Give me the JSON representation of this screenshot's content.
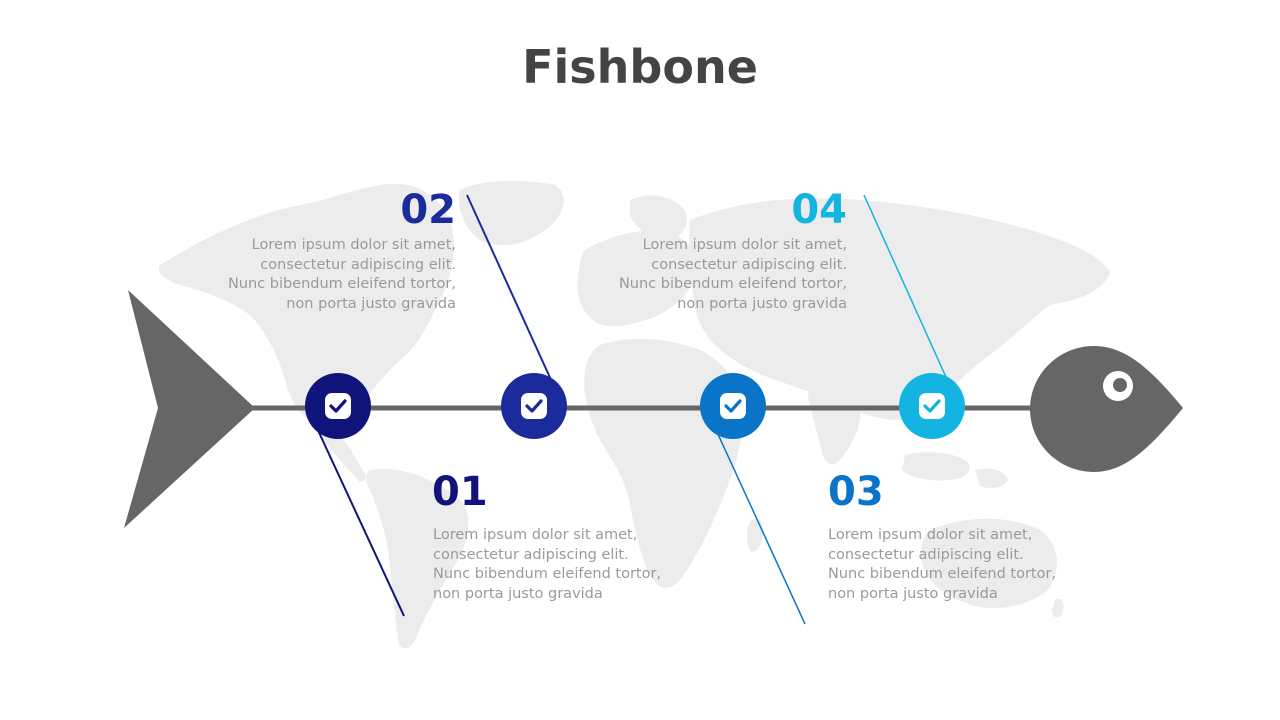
{
  "title": "Fishbone",
  "colors": {
    "spine": "#666666",
    "map": "#ececec",
    "title": "#444444",
    "text": "#9a9a9a"
  },
  "items": [
    {
      "number": "01",
      "color": "#0f137a",
      "text": "Lorem ipsum dolor sit amet, consectetur adipiscing elit. Nunc bibendum eleifend tortor, non porta justo gravida",
      "icon": "check-icon"
    },
    {
      "number": "02",
      "color": "#1b2b9c",
      "text": "Lorem ipsum dolor sit amet, consectetur adipiscing elit. Nunc bibendum eleifend tortor, non porta justo gravida",
      "icon": "check-icon"
    },
    {
      "number": "03",
      "color": "#0a74c9",
      "text": "Lorem ipsum dolor sit amet, consectetur adipiscing elit. Nunc bibendum eleifend tortor, non porta justo gravida",
      "icon": "check-icon"
    },
    {
      "number": "04",
      "color": "#14b4e2",
      "text": "Lorem ipsum dolor sit amet, consectetur adipiscing elit. Nunc bibendum eleifend tortor, non porta justo gravida",
      "icon": "check-icon"
    }
  ]
}
